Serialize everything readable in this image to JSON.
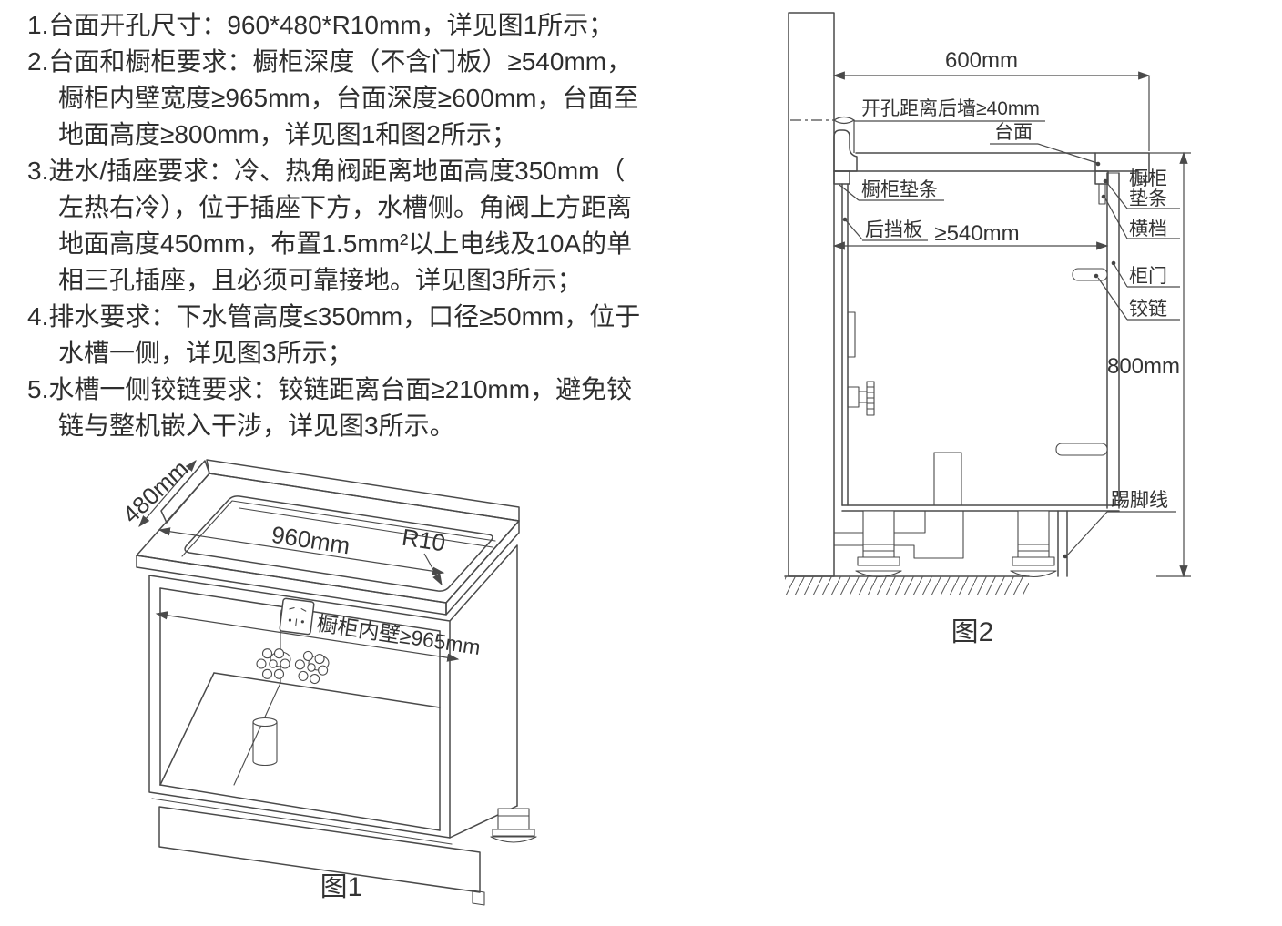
{
  "colors": {
    "ink": "#2e2e2e",
    "line": "#4a4a4a",
    "background": "#ffffff"
  },
  "instructions": {
    "lines": [
      {
        "indent": 0,
        "text": "1.台面开孔尺寸：960*480*R10mm，详见图1所示；"
      },
      {
        "indent": 0,
        "text": "2.台面和橱柜要求：橱柜深度（不含门板）≥540mm，"
      },
      {
        "indent": 1,
        "text": "橱柜内壁宽度≥965mm，台面深度≥600mm，台面至"
      },
      {
        "indent": 1,
        "text": "地面高度≥800mm，详见图1和图2所示；"
      },
      {
        "indent": 0,
        "text": "3.进水/插座要求：冷、热角阀距离地面高度350mm（"
      },
      {
        "indent": 1,
        "text": "左热右冷），位于插座下方，水槽侧。角阀上方距离"
      },
      {
        "indent": 1,
        "text": "地面高度450mm，布置1.5mm²以上电线及10A的单"
      },
      {
        "indent": 1,
        "text": "相三孔插座，且必须可靠接地。详见图3所示；"
      },
      {
        "indent": 0,
        "text": "4.排水要求：下水管高度≤350mm，口径≥50mm，位于"
      },
      {
        "indent": 1,
        "text": "水槽一侧，详见图3所示；"
      },
      {
        "indent": 0,
        "text": "5.水槽一侧铰链要求：铰链距离台面≥210mm，避免铰"
      },
      {
        "indent": 1,
        "text": "链与整机嵌入干涉，详见图3所示。"
      }
    ]
  },
  "figure1": {
    "caption": "图1",
    "labels": {
      "depth": "480mm",
      "width": "960mm",
      "radius": "R10",
      "inner_width": "橱柜内壁≥965mm"
    }
  },
  "figure2": {
    "caption": "图2",
    "labels": {
      "top_width": "600mm",
      "hole_to_wall": "开孔距离后墙≥40mm",
      "countertop": "台面",
      "pad_left": "橱柜垫条",
      "back_panel": "后挡板",
      "depth": "≥540mm",
      "pad_right_line1": "橱柜",
      "pad_right_line2": "垫条",
      "crossbar": "横档",
      "door": "柜门",
      "hinge": "铰链",
      "height": "800mm",
      "kick_line": "踢脚线"
    }
  }
}
